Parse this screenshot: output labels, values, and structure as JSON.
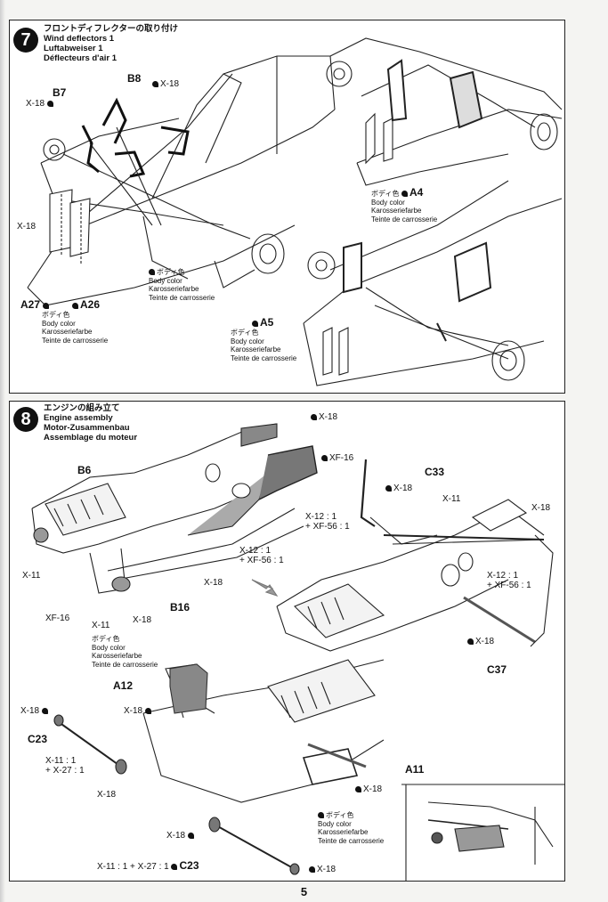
{
  "step7": {
    "number": "7",
    "title_jp": "フロントディフレクターの取り付け",
    "title_en": "Wind deflectors 1",
    "title_de": "Luftabweiser 1",
    "title_fr": "Déflecteurs d'air 1",
    "labels": {
      "b8": "B8",
      "b8_paint": "X-18",
      "b7": "B7",
      "b7_paint": "X-18",
      "left_x18": "X-18",
      "a27": "A27",
      "a26": "A26",
      "a4": "A4",
      "a5": "A5"
    },
    "paint_center": [
      "ボディ色",
      "Body color",
      "Karosseriefarbe",
      "Teinte de carrosserie"
    ],
    "paint_a27": [
      "ボディ色",
      "Body color",
      "Karosseriefarbe",
      "Teinte de carrosserie"
    ],
    "paint_a4": [
      "ボディ色",
      "Body color",
      "Karosseriefarbe",
      "Teinte de carrosserie"
    ],
    "paint_a5": [
      "ボディ色",
      "Body color",
      "Karosseriefarbe",
      "Teinte de carrosserie"
    ]
  },
  "step8": {
    "number": "8",
    "title_jp": "エンジンの組み立て",
    "title_en": "Engine assembly",
    "title_de": "Motor-Zusammenbau",
    "title_fr": "Assemblage du moteur",
    "labels": {
      "x18_top": "X-18",
      "xf16_top": "XF-16",
      "b6": "B6",
      "x11_left": "X-11",
      "xf16_left": "XF-16",
      "x11_bottom": "X-11",
      "x18_b16": "X-18",
      "b16": "B16",
      "x18_mid": "X-18",
      "mix1a": "X-12 : 1",
      "mix1b": "+ XF-56 : 1",
      "c33": "C33",
      "x18_c33": "X-18",
      "x11_right": "X-11",
      "x18_right": "X-18",
      "mix2a": "X-12 : 1",
      "mix2b": "+ XF-56 : 1",
      "mix3a": "X-12 : 1",
      "mix3b": "+ XF-56 : 1",
      "x18_c37": "X-18",
      "c37": "C37",
      "a12": "A12",
      "x18_a12": "X-18",
      "x18_c23top": "X-18",
      "c23top": "C23",
      "mix4a": "X-11 : 1",
      "mix4b": "+ X-27 : 1",
      "x18_c23low": "X-18",
      "a11": "A11",
      "x18_a11": "X-18",
      "x18_bottom": "X-18",
      "mix5": "X-11 : 1 + X-27 : 1",
      "c23low": "C23",
      "x18_end": "X-18"
    },
    "paint_a12": [
      "ボディ色",
      "Body color",
      "Karosseriefarbe",
      "Teinte de carrosserie"
    ],
    "paint_a11": [
      "ボディ色",
      "Body color",
      "Karosseriefarbe",
      "Teinte de carrosserie"
    ]
  },
  "page_number": "5"
}
